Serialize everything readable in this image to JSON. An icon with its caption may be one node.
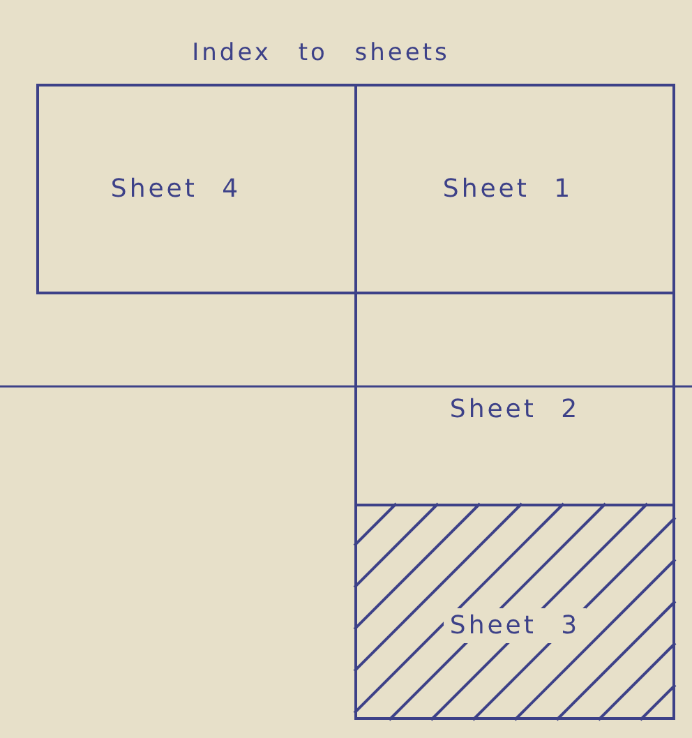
{
  "diagram": {
    "title": "Index to sheets",
    "nodes": [
      {
        "text": [
          "Sheet 4"
        ]
      },
      {
        "text": [
          "Sheet 1"
        ]
      },
      {
        "text": [
          "Sheet 2"
        ]
      },
      {
        "text": [
          "Sheet 3"
        ]
      }
    ]
  }
}
